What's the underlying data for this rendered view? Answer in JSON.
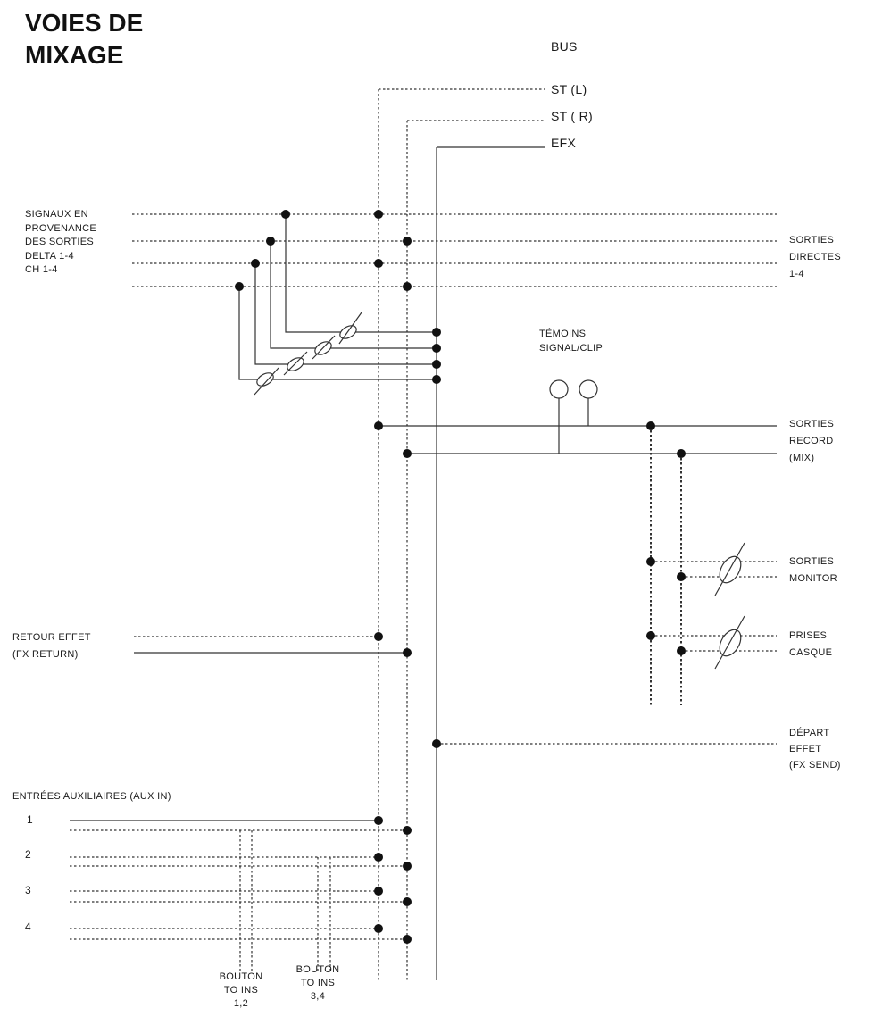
{
  "title": "VOIES DE\nMIXAGE",
  "bus": {
    "title": "BUS",
    "lines": [
      "ST (L)",
      "ST ( R)",
      "EFX"
    ]
  },
  "labels": {
    "signals_in": "SIGNAUX EN\nPROVENANCE\nDES SORTIES\nDELTA 1-4\nCH 1-4",
    "direct_outs": "SORTIES\nDIRECTES\n1-4",
    "signal_clip": "TÉMOINS\nSIGNAL/CLIP",
    "record_outs": "SORTIES\nRECORD\n(MIX)",
    "monitor_outs": "SORTIES\nMONITOR",
    "headphone": "PRISES\nCASQUE",
    "fx_return": "RETOUR EFFET\n(FX RETURN)",
    "fx_send": "DÉPART\nEFFET\n(FX SEND)",
    "aux_in": "ENTRÉES AUXILIAIRES (AUX IN)",
    "aux_numbers": [
      "1",
      "2",
      "3",
      "4"
    ],
    "button_1_2": "BOUTON\nTO INS\n1,2",
    "button_3_4": "BOUTON\nTO INS\n3,4"
  }
}
